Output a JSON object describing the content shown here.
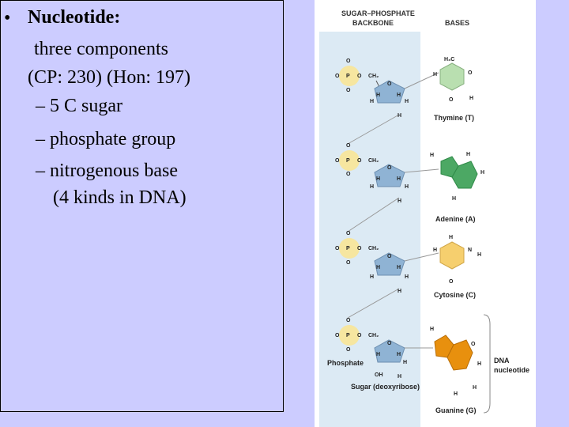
{
  "slide": {
    "bullet": "•",
    "title": "Nucleotide:",
    "lines": [
      "three components",
      "(CP: 230) (Hon: 197)",
      "–  5 C sugar",
      "–  phosphate group",
      "– nitrogenous base",
      "(4 kinds in DNA)"
    ]
  },
  "diagram": {
    "header_backbone_1": "SUGAR–PHOSPHATE",
    "header_backbone_2": "BACKBONE",
    "header_bases": "BASES",
    "bases": [
      {
        "name": "Thymine (T)",
        "color": "#b9dfb0"
      },
      {
        "name": "Adenine (A)",
        "color": "#4ca864"
      },
      {
        "name": "Cytosine (C)",
        "color": "#f6cf6e"
      },
      {
        "name": "Guanine (G)",
        "color": "#e8900e"
      }
    ],
    "label_phosphate": "Phosphate",
    "label_sugar": "Sugar (deoxyribose)",
    "label_dna_1": "DNA",
    "label_dna_2": "nucleotide",
    "colors": {
      "phosphate": "#f6e6a0",
      "sugar": "#8fb3d4",
      "backbone_band": "#dceaf4"
    }
  }
}
